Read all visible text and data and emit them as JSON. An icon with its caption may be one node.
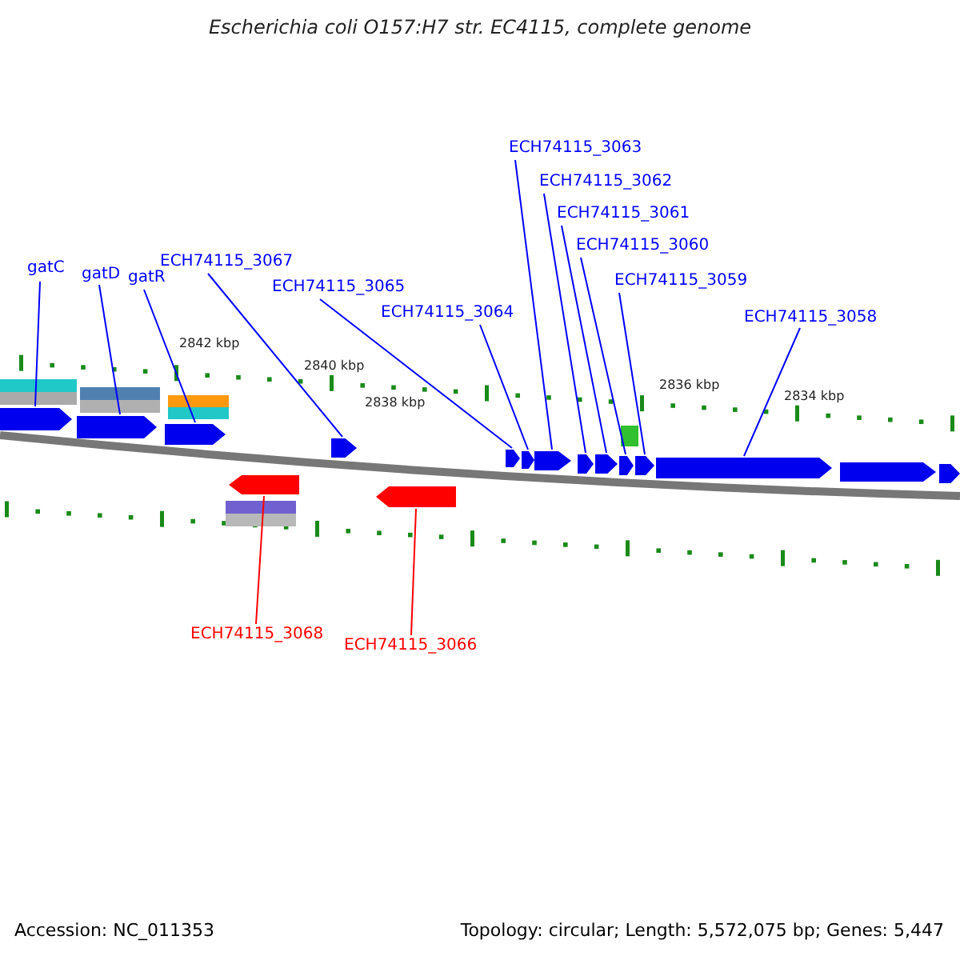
{
  "diagram": {
    "title": "Escherichia coli O157:H7 str. EC4115, complete genome",
    "nodes": [
      {
        "text": [
          "gatC"
        ]
      },
      {
        "text": [
          "gatD"
        ]
      },
      {
        "text": [
          "gatR"
        ]
      },
      {
        "text": [
          "ECH74115_3067"
        ]
      },
      {
        "text": [
          "ECH74115_3065"
        ]
      },
      {
        "text": [
          "ECH74115_3064"
        ]
      },
      {
        "text": [
          "ECH74115_3063"
        ]
      },
      {
        "text": [
          "ECH74115_3062"
        ]
      },
      {
        "text": [
          "ECH74115_3061"
        ]
      },
      {
        "text": [
          "ECH74115_3060"
        ]
      },
      {
        "text": [
          "ECH74115_3059"
        ]
      },
      {
        "text": [
          "ECH74115_3058"
        ]
      },
      {
        "text": [
          "ECH74115_3068"
        ]
      },
      {
        "text": [
          "ECH74115_3066"
        ]
      },
      {
        "text": [],
        "shape": "arrow"
      },
      {
        "text": [],
        "shape": "arrow"
      },
      {
        "text": [],
        "shape": "arrow"
      },
      {
        "text": [],
        "shape": "arrow"
      },
      {
        "text": [],
        "shape": "arrow"
      },
      {
        "text": [],
        "shape": "arrow"
      },
      {
        "text": [],
        "shape": "arrow"
      },
      {
        "text": [],
        "shape": "arrow"
      },
      {
        "text": [],
        "shape": "arrow"
      },
      {
        "text": [],
        "shape": "arrow"
      },
      {
        "text": [],
        "shape": "arrow"
      },
      {
        "text": [],
        "shape": "arrow"
      },
      {
        "text": [],
        "shape": "arrow"
      },
      {
        "text": [],
        "shape": "arrow"
      },
      {
        "text": [],
        "shape": "arrow"
      },
      {
        "text": [],
        "shape": "arrow"
      }
    ],
    "edges": [
      {
        "from": 0,
        "to": 14,
        "arrow": "none"
      },
      {
        "from": 1,
        "to": 15,
        "arrow": "none"
      },
      {
        "from": 2,
        "to": 16,
        "arrow": "none"
      },
      {
        "from": 3,
        "to": 17,
        "arrow": "none"
      },
      {
        "from": 4,
        "to": 18,
        "arrow": "none"
      },
      {
        "from": 5,
        "to": 19,
        "arrow": "none"
      },
      {
        "from": 6,
        "to": 20,
        "arrow": "none"
      },
      {
        "from": 7,
        "to": 21,
        "arrow": "none"
      },
      {
        "from": 8,
        "to": 22,
        "arrow": "none"
      },
      {
        "from": 9,
        "to": 23,
        "arrow": "none"
      },
      {
        "from": 10,
        "to": 24,
        "arrow": "none"
      },
      {
        "from": 11,
        "to": 25,
        "arrow": "none"
      },
      {
        "from": 12,
        "to": 28,
        "arrow": "none",
        "color": "#ff0000"
      },
      {
        "from": 13,
        "to": 29,
        "arrow": "none",
        "color": "#ff0000"
      }
    ],
    "labels": [
      "2842 kbp",
      "2840 kbp",
      "2838 kbp",
      "2836 kbp",
      "2834 kbp",
      "Accession: NC_011353",
      "Topology: circular; Length: 5,572,075 bp; Genes: 5,447"
    ]
  }
}
